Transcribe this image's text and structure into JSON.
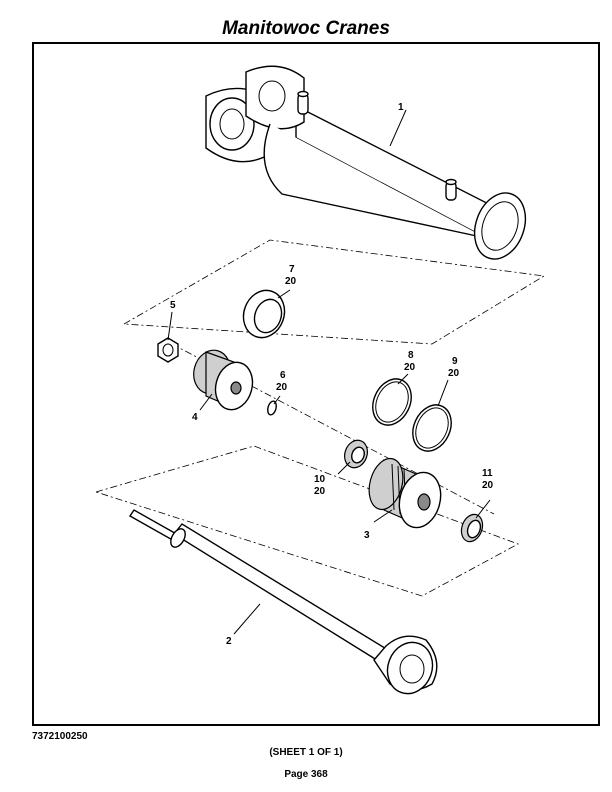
{
  "header": {
    "title": "Manitowoc Cranes"
  },
  "footer": {
    "drawing_number": "7372100250",
    "sheet": "(SHEET 1 OF 1)",
    "page": "Page 368"
  },
  "callouts": {
    "c1": "1",
    "c2": "2",
    "c3": "3",
    "c4": "4",
    "c5": "5",
    "c6a": "6",
    "c6b": "20",
    "c7a": "7",
    "c7b": "20",
    "c8a": "8",
    "c8b": "20",
    "c9a": "9",
    "c9b": "20",
    "c10a": "10",
    "c10b": "20",
    "c11a": "11",
    "c11b": "20"
  }
}
